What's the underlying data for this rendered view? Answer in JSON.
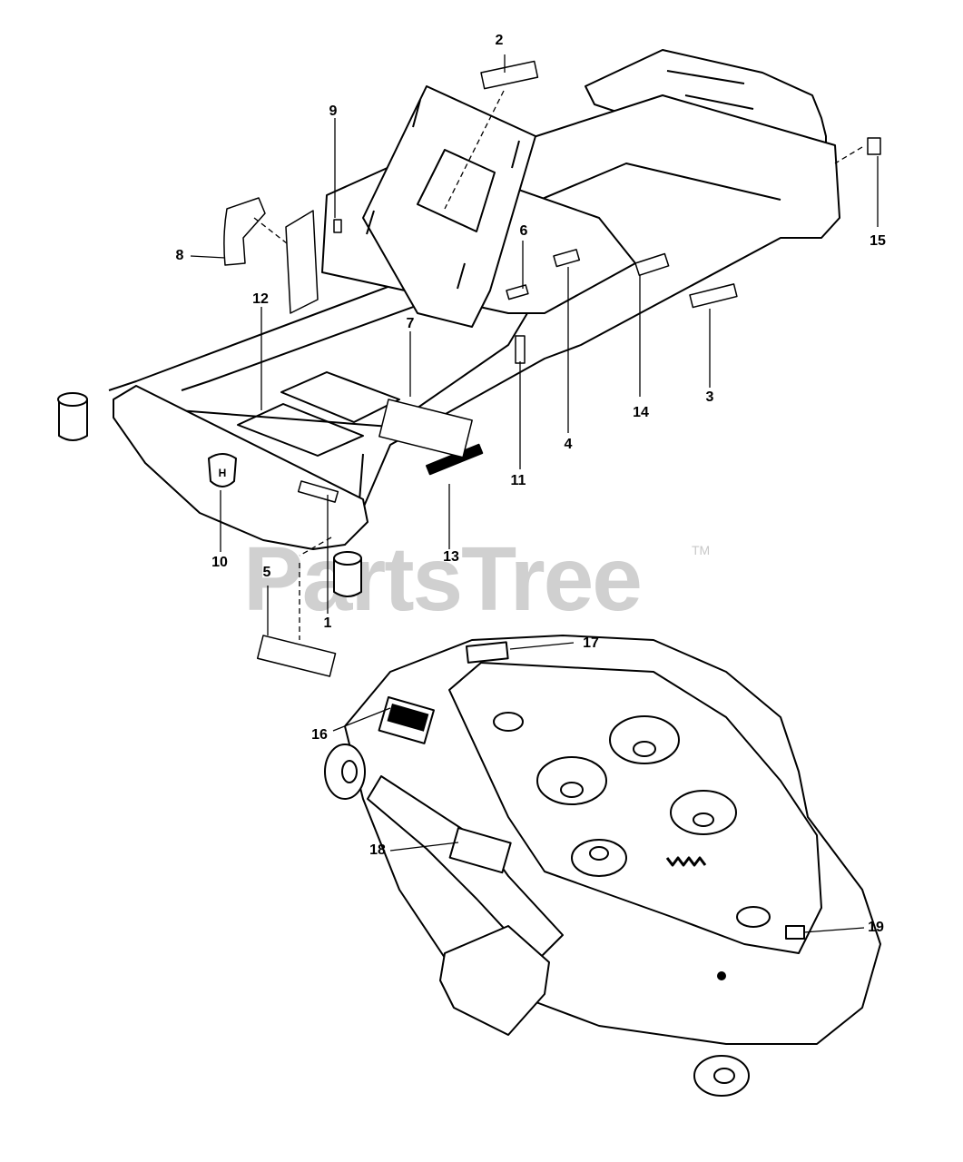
{
  "watermark": {
    "brand": "PartsTree",
    "mark": "TM"
  },
  "callouts": [
    "1",
    "2",
    "3",
    "4",
    "5",
    "6",
    "7",
    "8",
    "9",
    "10",
    "11",
    "12",
    "13",
    "14",
    "15",
    "16",
    "17",
    "18",
    "19"
  ],
  "colors": {
    "line": "#000000",
    "background": "#ffffff",
    "watermark": "#d0d0d0"
  },
  "icons": [
    "husqvarna-logo",
    "warning-decal",
    "safety-decal"
  ]
}
